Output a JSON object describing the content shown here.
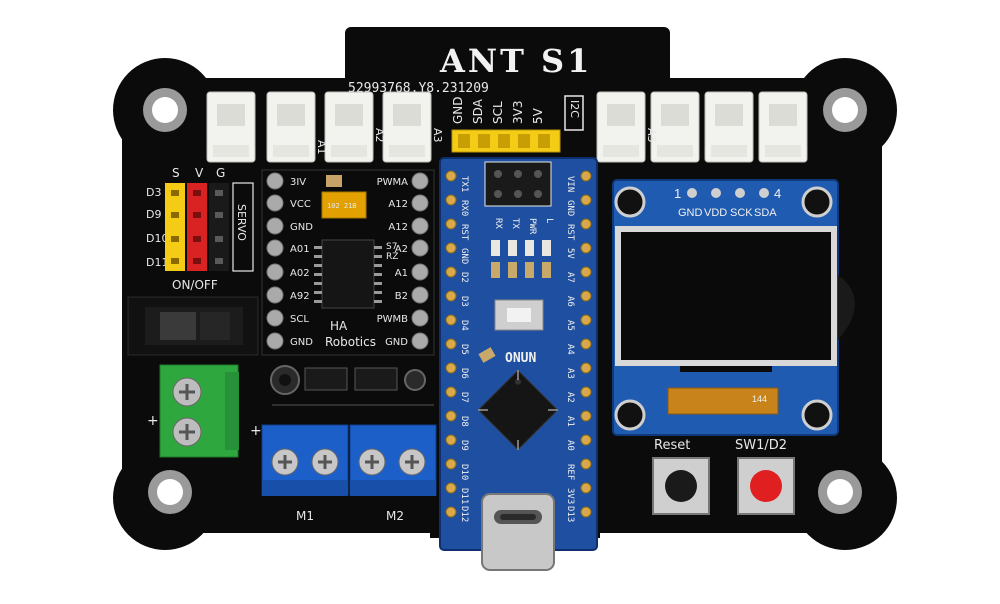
{
  "board": {
    "title": "ANT S1",
    "serial": "52993768.Y8.231209",
    "brand_line1": "HA",
    "brand_line2": "Robotics",
    "colors": {
      "pcb": "#0b0b0b",
      "nano": "#1f4fa0",
      "terminal_blue": "#1d5fc9",
      "terminal_green": "#2ea83e",
      "button_red": "#e02020",
      "header_yellow": "#f4cc16",
      "connector_white": "#f2f2ee"
    }
  },
  "connectors_left": [
    "A1",
    "A2",
    "A3"
  ],
  "connectors_right": [
    "A3"
  ],
  "i2c": {
    "pins": [
      "GND",
      "SDA",
      "SCL",
      "3V3",
      "5V"
    ],
    "label": "I2C"
  },
  "servo": {
    "cols": [
      "S",
      "V",
      "G"
    ],
    "rows": [
      "D3",
      "D9",
      "D10",
      "D11"
    ],
    "label": "SERVO",
    "switch_label": "ON/OFF"
  },
  "driver": {
    "left_pins": [
      "3IV",
      "VCC",
      "GND",
      "A01",
      "A02",
      "A92",
      "SCL",
      "GND"
    ],
    "right_pins": [
      "PWMA",
      "A12",
      "A12",
      "A2",
      "A1",
      "B2",
      "PWMB",
      "GND"
    ],
    "right_small": [
      "S7",
      "RZ"
    ],
    "chip_label": "102 21B"
  },
  "motors": {
    "m1": "M1",
    "m2": "M2",
    "plus": "+"
  },
  "nano": {
    "logo": "ONUN",
    "left_pins": [
      "TX1",
      "RX0",
      "RST",
      "GND",
      "D2",
      "D3",
      "D4",
      "D5",
      "D6",
      "D7",
      "D8",
      "D9",
      "D10",
      "D11",
      "D12"
    ],
    "right_pins": [
      "VIN",
      "GND",
      "RST",
      "5V",
      "A7",
      "A6",
      "A5",
      "A4",
      "A3",
      "A2",
      "A1",
      "A0",
      "REF",
      "3V3",
      "D13"
    ],
    "leds": [
      "RX",
      "TX",
      "PWR",
      "L"
    ]
  },
  "oled": {
    "pin_start": "1",
    "pin_end": "4",
    "pins": [
      "GND",
      "VDD",
      "SCK",
      "SDA"
    ],
    "ribbon": "144"
  },
  "buttons": {
    "reset": "Reset",
    "sw1": "SW1/D2"
  }
}
